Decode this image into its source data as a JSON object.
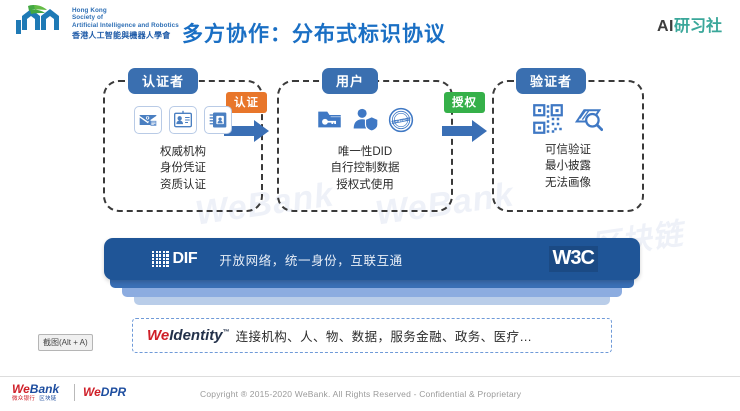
{
  "header": {
    "org_logo_name": "hksair-logo",
    "org_en_lines": [
      "Hong Kong",
      "Society of",
      "Artificial Intelligence and Robotics"
    ],
    "org_cn": "香港人工智能與機器人學會",
    "title": "多方协作：分布式标识协议",
    "brand_ai": "AI",
    "brand_cn": "研习社",
    "title_color": "#1a6fc4",
    "brand_cn_color": "#3aa79a"
  },
  "panels": [
    {
      "label": "认证者",
      "icons": [
        "mail-envelope-icon",
        "id-badge-icon",
        "contact-book-icon"
      ],
      "lines": [
        "权威机构",
        "身份凭证",
        "资质认证"
      ]
    },
    {
      "label": "用户",
      "icons": [
        "key-card-icon",
        "person-shield-icon",
        "certified-seal-icon"
      ],
      "lines": [
        "唯一性DID",
        "自行控制数据",
        "授权式使用"
      ]
    },
    {
      "label": "验证者",
      "icons": [
        "qr-code-icon",
        "card-magnifier-icon"
      ],
      "lines": [
        "可信验证",
        "最小披露",
        "无法画像"
      ]
    }
  ],
  "arrows": [
    {
      "badge": "认证",
      "badge_color": "#e8762a",
      "arrow_color": "#3a6fb5"
    },
    {
      "badge": "授权",
      "badge_color": "#35b049",
      "arrow_color": "#3a6fb5"
    }
  ],
  "dif_bar": {
    "logo": "DIF",
    "tagline": "开放网络，统一身份，互联互通",
    "right_logo": "W3C",
    "bar_color": "#1f5597"
  },
  "weidentity": {
    "brand_we": "We",
    "brand_identity": "Identity",
    "trademark": "™",
    "tagline": "连接机构、人、物、数据，服务金融、政务、医疗…",
    "we_color": "#cf1f28"
  },
  "screenshot_tooltip": "截图(Alt + A)",
  "watermarks": [
    "WeBank",
    "WeBank",
    "区块链"
  ],
  "footer": {
    "webank_we": "We",
    "webank_bank": "Bank",
    "webank_sub_cn": "微众银行",
    "webank_sub_cn2": "区块链",
    "wedpr_we": "We",
    "wedpr_dpr": "DPR",
    "copyright": "Copyright ® 2015-2020 WeBank. All Rights Reserved - Confidential & Proprietary"
  }
}
